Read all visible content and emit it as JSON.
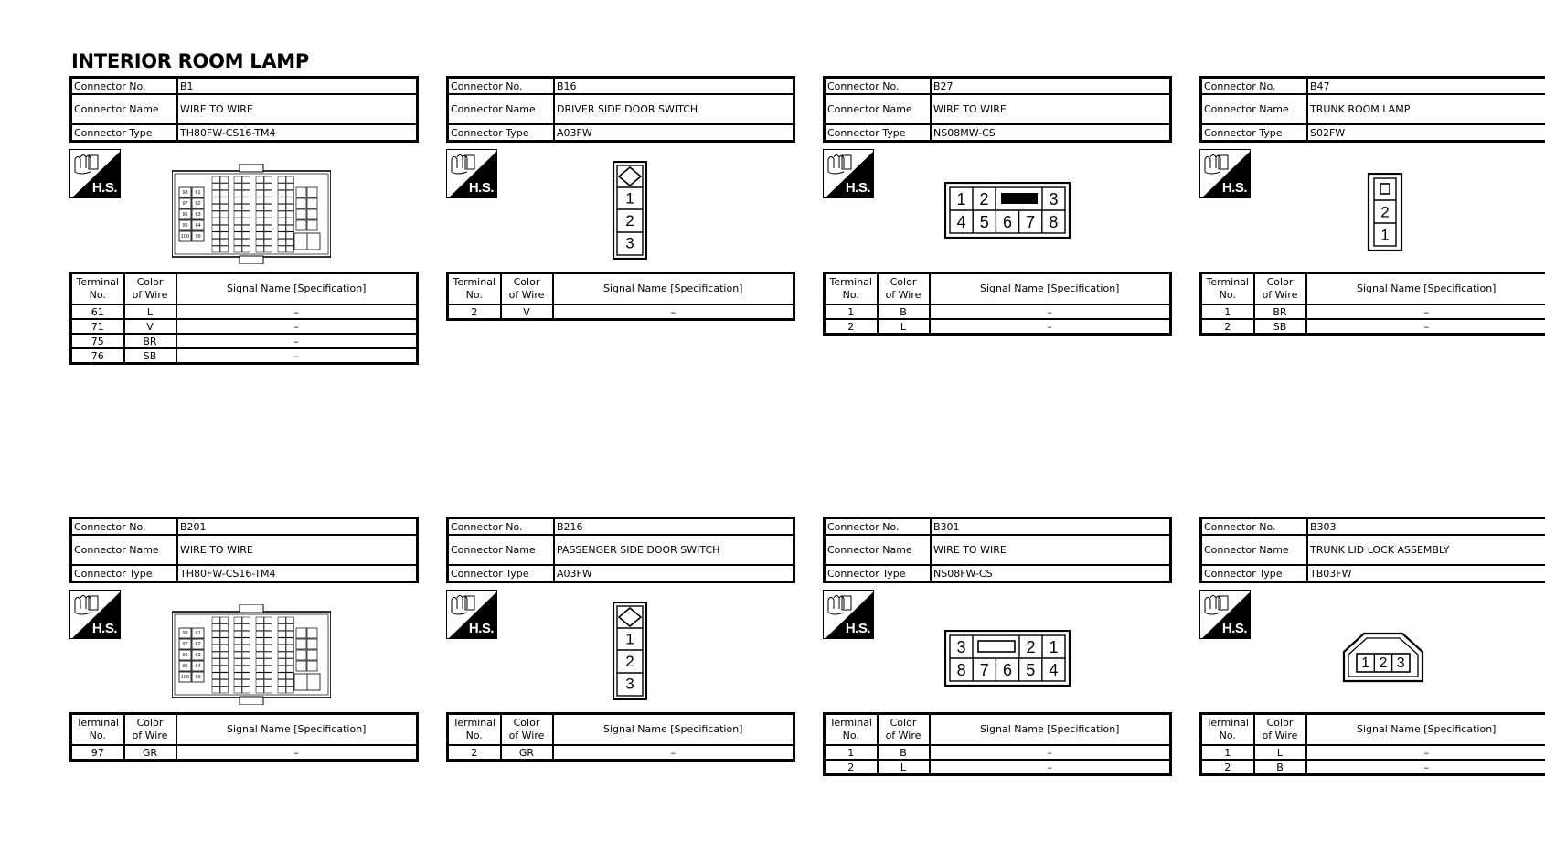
{
  "title": "INTERIOR ROOM LAMP",
  "labels": {
    "connector_no": "Connector No.",
    "connector_name": "Connector Name",
    "connector_type": "Connector Type",
    "terminal_no_line1": "Terminal",
    "terminal_no_line2": "No.",
    "color_line1": "Color",
    "color_line2": "of Wire",
    "signal": "Signal Name [Specification]",
    "hs": "H.S."
  },
  "connectors": [
    {
      "no": "B1",
      "name": "WIRE TO WIRE",
      "type": "TH80FW-CS16-TM4",
      "diagram": "th80",
      "rows": [
        {
          "term": "61",
          "color": "L",
          "signal": "–"
        },
        {
          "term": "71",
          "color": "V",
          "signal": "–"
        },
        {
          "term": "75",
          "color": "BR",
          "signal": "–"
        },
        {
          "term": "76",
          "color": "SB",
          "signal": "–"
        }
      ]
    },
    {
      "no": "B16",
      "name": "DRIVER SIDE DOOR SWITCH",
      "type": "A03FW",
      "diagram": "a03",
      "pins": [
        "1",
        "2",
        "3"
      ],
      "rows": [
        {
          "term": "2",
          "color": "V",
          "signal": "–"
        }
      ]
    },
    {
      "no": "B27",
      "name": "WIRE TO WIRE",
      "type": "NS08MW-CS",
      "diagram": "ns08m",
      "pins_top": [
        "1",
        "2",
        "3"
      ],
      "pins_bottom": [
        "4",
        "5",
        "6",
        "7",
        "8"
      ],
      "rows": [
        {
          "term": "1",
          "color": "B",
          "signal": "–"
        },
        {
          "term": "2",
          "color": "L",
          "signal": "–"
        }
      ]
    },
    {
      "no": "B47",
      "name": "TRUNK ROOM LAMP",
      "type": "S02FW",
      "diagram": "s02",
      "pins": [
        "2",
        "1"
      ],
      "rows": [
        {
          "term": "1",
          "color": "BR",
          "signal": "–"
        },
        {
          "term": "2",
          "color": "SB",
          "signal": "–"
        }
      ]
    },
    {
      "no": "B201",
      "name": "WIRE TO WIRE",
      "type": "TH80FW-CS16-TM4",
      "diagram": "th80",
      "rows": [
        {
          "term": "97",
          "color": "GR",
          "signal": "–"
        }
      ]
    },
    {
      "no": "B216",
      "name": "PASSENGER SIDE DOOR SWITCH",
      "type": "A03FW",
      "diagram": "a03",
      "pins": [
        "1",
        "2",
        "3"
      ],
      "rows": [
        {
          "term": "2",
          "color": "GR",
          "signal": "–"
        }
      ]
    },
    {
      "no": "B301",
      "name": "WIRE TO WIRE",
      "type": "NS08FW-CS",
      "diagram": "ns08f",
      "pins_top": [
        "3",
        "2",
        "1"
      ],
      "pins_bottom": [
        "8",
        "7",
        "6",
        "5",
        "4"
      ],
      "rows": [
        {
          "term": "1",
          "color": "B",
          "signal": "–"
        },
        {
          "term": "2",
          "color": "L",
          "signal": "–"
        }
      ]
    },
    {
      "no": "B303",
      "name": "TRUNK LID LOCK ASSEMBLY",
      "type": "TB03FW",
      "diagram": "tb03",
      "pins": [
        "1",
        "2",
        "3"
      ],
      "rows": [
        {
          "term": "1",
          "color": "L",
          "signal": "–"
        },
        {
          "term": "2",
          "color": "B",
          "signal": "–"
        }
      ]
    }
  ]
}
